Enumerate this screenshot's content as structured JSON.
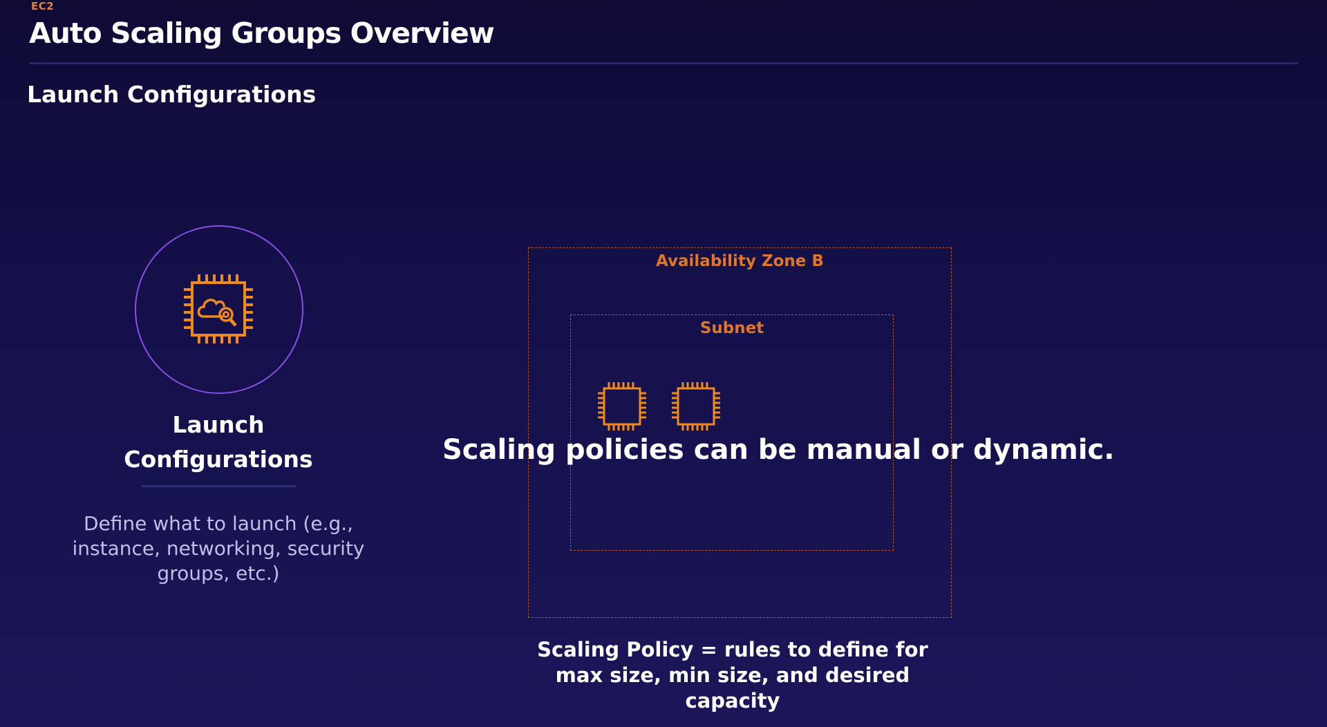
{
  "header": {
    "category": "EC2",
    "title": "Auto Scaling Groups Overview"
  },
  "section": {
    "title": "Launch Configurations"
  },
  "launch_config": {
    "label_line1": "Launch",
    "label_line2": "Configurations",
    "description": "Define what to launch (e.g., instance, networking, security groups, etc.)",
    "icon": "ec2-instance-with-cloud-search-icon"
  },
  "diagram": {
    "availability_zone_label": "Availability Zone B",
    "subnet_label": "Subnet",
    "instances": [
      {
        "icon": "ec2-instance-icon"
      },
      {
        "icon": "ec2-instance-icon"
      }
    ],
    "overlay_caption": "Scaling policies can be manual or dynamic.",
    "policy_caption": "Scaling Policy = rules to define for max size, min size, and desired capacity"
  },
  "colors": {
    "background_top": "#0f0b35",
    "background_bottom": "#1b1658",
    "accent_orange": "#e8822e",
    "circle_purple": "#8a4fe8",
    "dashed_border": "#b8571e",
    "muted_text": "#c3bfe6"
  }
}
